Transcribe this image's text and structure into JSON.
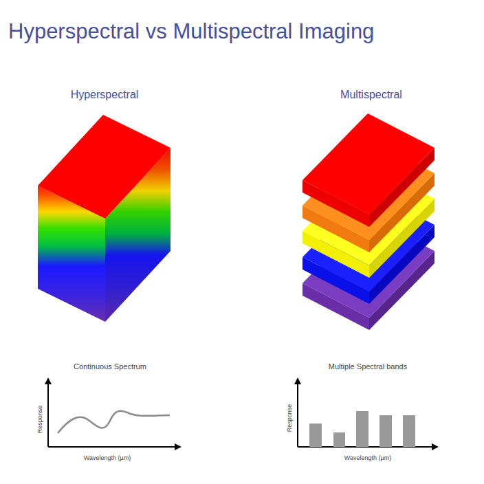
{
  "diagram": {
    "title": "Hyperspectral vs Multispectral Imaging",
    "labels": [
      "Hyperspectral",
      "Multispectral",
      "Continuous Spectrum",
      "Response",
      "Wavelength (µm)",
      "Multiple Spectral bands",
      "Response",
      "Wavelength (µm)"
    ]
  }
}
